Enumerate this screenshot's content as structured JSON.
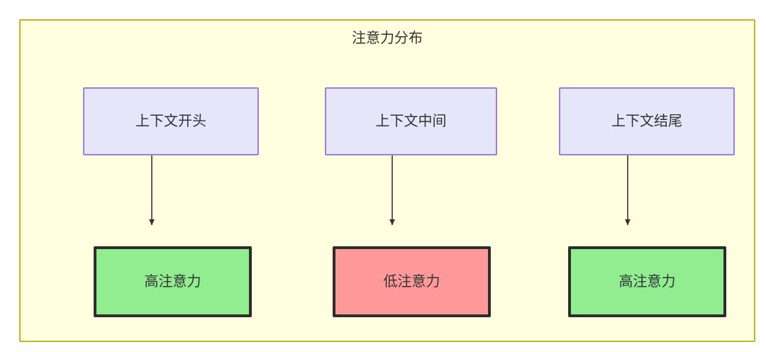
{
  "diagram": {
    "title": "注意力分布",
    "background_color": "#ffffe0",
    "border_color": "#bdb828",
    "text_color": "#333333",
    "context_node_fill": "#e6e6fa",
    "context_node_border": "#9b7ede",
    "high_attention_fill": "#90ee90",
    "low_attention_fill": "#ff9999",
    "attention_node_border": "#2d2d2d",
    "edge_color": "#333333",
    "nodes": {
      "context": [
        {
          "id": "context-start",
          "label": "上下文开头"
        },
        {
          "id": "context-middle",
          "label": "上下文中间"
        },
        {
          "id": "context-end",
          "label": "上下文结尾"
        }
      ],
      "attention": [
        {
          "id": "attention-high-start",
          "label": "高注意力",
          "level": "high"
        },
        {
          "id": "attention-low-middle",
          "label": "低注意力",
          "level": "low"
        },
        {
          "id": "attention-high-end",
          "label": "高注意力",
          "level": "high"
        }
      ]
    },
    "edges": [
      {
        "from": "context-start",
        "to": "attention-high-start",
        "label": ""
      },
      {
        "from": "context-middle",
        "to": "attention-low-middle",
        "label": ""
      },
      {
        "from": "context-end",
        "to": "attention-high-end",
        "label": ""
      }
    ]
  }
}
